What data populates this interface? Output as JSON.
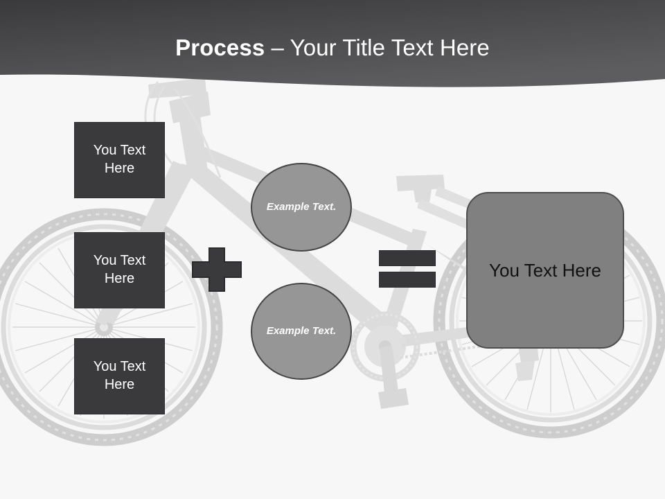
{
  "slide": {
    "background_color": "#f7f7f7",
    "watermark": "bicycle-watermark"
  },
  "header": {
    "title_strong": "Process",
    "title_rest": " – Your Title Text Here",
    "gradient_from": "#3c3c3e",
    "gradient_to": "#5b5b5d"
  },
  "inputs": {
    "boxes": [
      {
        "label": "You Text Here",
        "color": "#3a3a3c"
      },
      {
        "label": "You Text Here",
        "color": "#3a3a3c"
      },
      {
        "label": "You Text Here",
        "color": "#3a3a3c"
      }
    ]
  },
  "operators": {
    "plus": "plus-sign",
    "equals": "equals-sign"
  },
  "circles": [
    {
      "label": "Example Text.",
      "color": "#969696"
    },
    {
      "label": "Example Text.",
      "color": "#969696"
    }
  ],
  "result": {
    "label": "You Text Here",
    "color": "#808080"
  }
}
